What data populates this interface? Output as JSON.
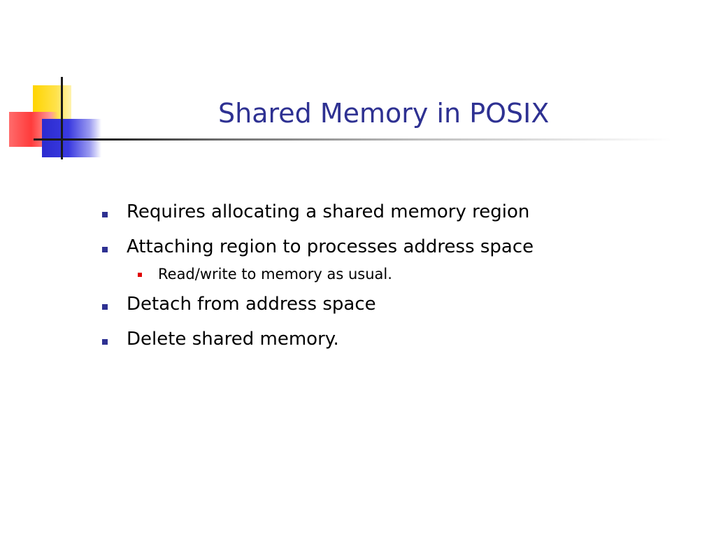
{
  "slide": {
    "title": "Shared Memory in POSIX",
    "bullets": [
      {
        "text": "Requires allocating a shared memory region",
        "level": 1
      },
      {
        "text": "Attaching region to processes address space",
        "level": 1
      },
      {
        "text": "Read/write to memory as usual.",
        "level": 2
      },
      {
        "text": "Detach from address space",
        "level": 1
      },
      {
        "text": "Delete shared memory.",
        "level": 1
      }
    ]
  },
  "colors": {
    "title": "#2e3192",
    "bullet_marker": "#2e3192",
    "sub_bullet_marker": "#e00000",
    "accent_yellow": "#ffd400",
    "accent_red": "#ff3b3b",
    "accent_blue": "#2b2bcf"
  }
}
